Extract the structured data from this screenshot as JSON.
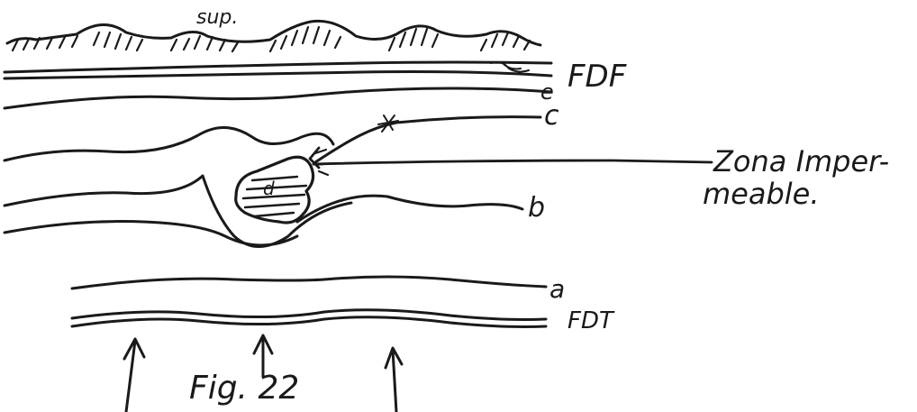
{
  "labels": {
    "surface": "sup.",
    "fdf": "FDF",
    "layer_e": "e",
    "layer_c": "c",
    "layer_b": "b",
    "layer_a": "a",
    "fdt": "FDT",
    "inclusion": "d",
    "zone_line1": "Zona Imper-",
    "zone_line2": "meable.",
    "caption": "Fig. 22"
  },
  "colors": {
    "ink": "#1a1a1a",
    "paper": "#ffffff"
  }
}
